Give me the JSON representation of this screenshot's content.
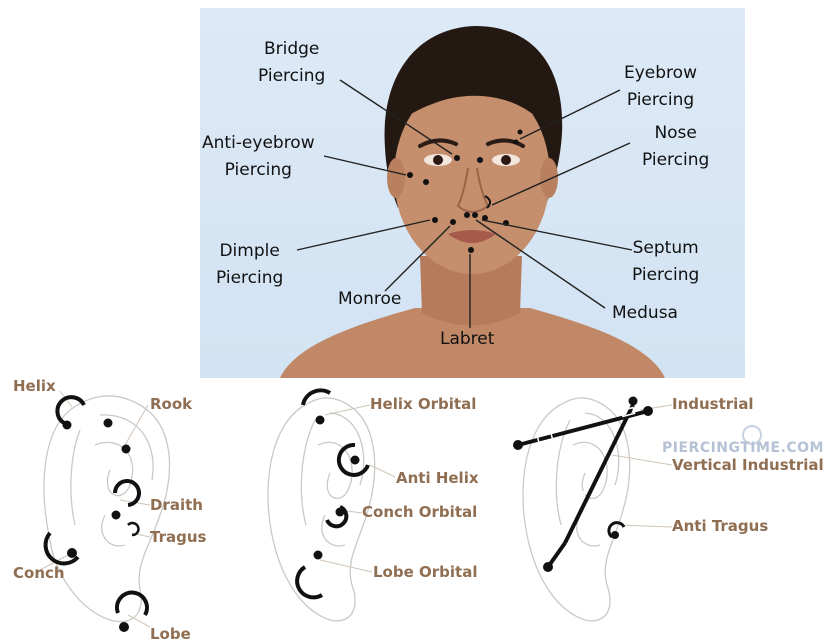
{
  "face_diagram": {
    "labels": {
      "bridge": [
        "Bridge",
        "Piercing"
      ],
      "anti_eyebrow": [
        "Anti-eyebrow",
        "Piercing"
      ],
      "dimple": [
        "Dimple",
        "Piercing"
      ],
      "monroe": "Monroe",
      "labret": "Labret",
      "eyebrow": [
        "Eyebrow",
        "Piercing"
      ],
      "nose": [
        "Nose",
        "Piercing"
      ],
      "septum": [
        "Septum",
        "Piercing"
      ],
      "medusa": "Medusa"
    }
  },
  "ear_diagrams": {
    "ear1": {
      "helix": "Helix",
      "rook": "Rook",
      "daith": "Draith",
      "tragus": "Tragus",
      "conch": "Conch",
      "lobe": "Lobe"
    },
    "ear2": {
      "helix_orbital": "Helix Orbital",
      "anti_helix": "Anti Helix",
      "conch_orbital": "Conch Orbital",
      "lobe_orbital": "Lobe Orbital"
    },
    "ear3": {
      "industrial": "Industrial",
      "vertical_industrial": "Vertical Industrial",
      "anti_tragus": "Anti Tragus"
    }
  },
  "watermark": "PIERCINGTIME.COM",
  "colors": {
    "ear_label": "#8f6e52",
    "face_label": "#111111",
    "panel_bg": "#d8e6f5",
    "skin": "#c58e6c",
    "hair": "#231812"
  }
}
